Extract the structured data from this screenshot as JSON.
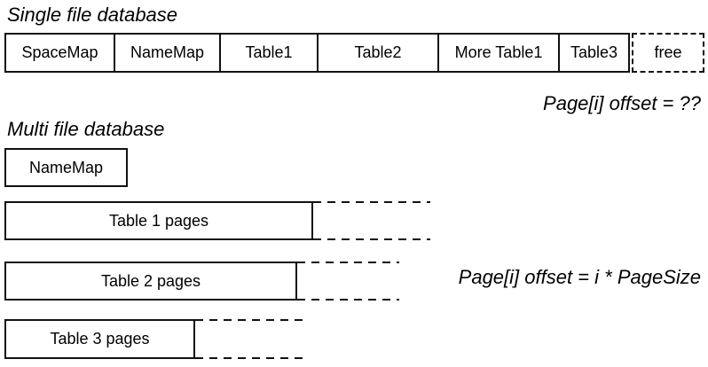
{
  "single_file": {
    "title": "Single file database",
    "segments": [
      {
        "label": "SpaceMap"
      },
      {
        "label": "NameMap"
      },
      {
        "label": "Table1"
      },
      {
        "label": "Table2"
      },
      {
        "label": "More Table1"
      },
      {
        "label": "Table3"
      }
    ],
    "free_label": "free",
    "annotation": "Page[i] offset = ??"
  },
  "multi_file": {
    "title": "Multi file database",
    "namemap_label": "NameMap",
    "files": [
      {
        "label": "Table 1 pages"
      },
      {
        "label": "Table 2 pages"
      },
      {
        "label": "Table 3 pages"
      }
    ],
    "annotation": "Page[i] offset = i * PageSize"
  },
  "colors": {
    "background": "#ffffff",
    "line": "#111111",
    "text": "#000000"
  }
}
